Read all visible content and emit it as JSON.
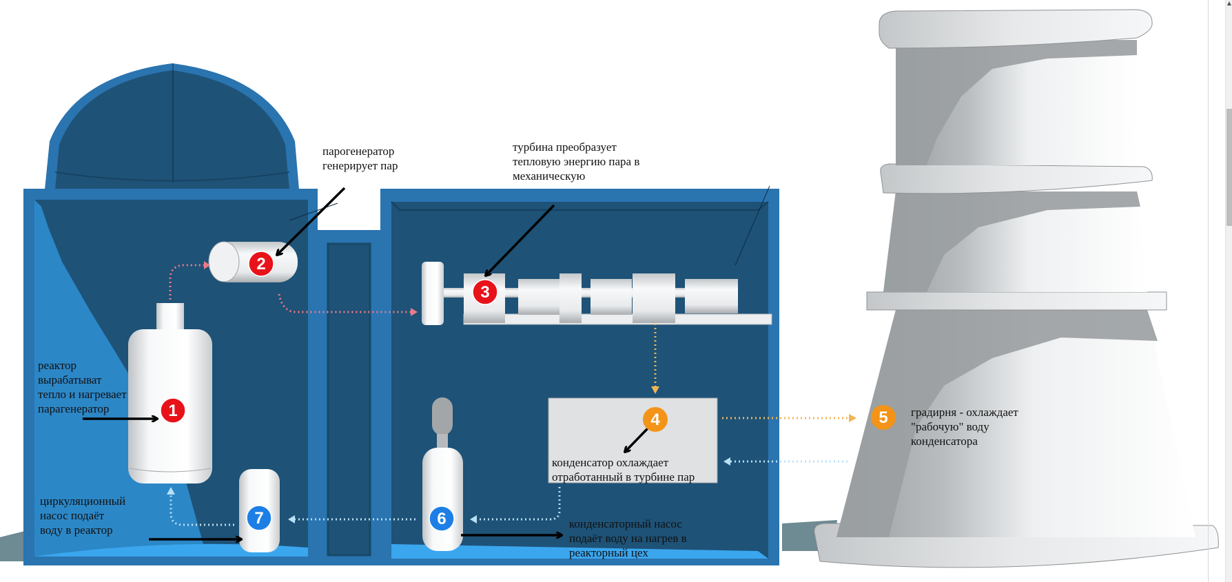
{
  "title": "Схема работы АЭС",
  "colors": {
    "building_outer": "#2a74b0",
    "building_inner": "#1e5277",
    "floor_water": "#3aa6ee",
    "component_white": "#e9ecee",
    "badge_red": "#e8121a",
    "badge_orange": "#f39419",
    "badge_blue": "#1d7fe6",
    "steam_flow": "#ef7a86",
    "hot_water_flow": "#f2b553",
    "cool_water_flow": "#b9e0f5",
    "tower_shadow": "#9a9da0",
    "tower_light": "#f5f6f7"
  },
  "components": [
    {
      "number": "1",
      "name": "reactor",
      "badge_color": "red",
      "label": "реактор\nвырабатыват\nтепло и нагревает\nпарагенератор"
    },
    {
      "number": "2",
      "name": "steam-generator",
      "badge_color": "red",
      "label": "парогенератор\nгенерирует пар"
    },
    {
      "number": "3",
      "name": "turbine",
      "badge_color": "red",
      "label": "турбина преобразует\nтепловую энергию пара в\nмеханическую"
    },
    {
      "number": "4",
      "name": "condenser",
      "badge_color": "orange",
      "label": "конденсатор охлаждает\nотработанный в турбине пар"
    },
    {
      "number": "5",
      "name": "cooling-tower",
      "badge_color": "orange",
      "label": "градирня - охлаждает\n\"рабочую\" воду\nконденсатора"
    },
    {
      "number": "6",
      "name": "condensate-pump",
      "badge_color": "blue",
      "label": "конденсаторный насос\nподаёт воду на нагрев в\nреакторный цех"
    },
    {
      "number": "7",
      "name": "circulation-pump",
      "badge_color": "blue",
      "label": "циркуляционный\nнасос подаёт\nводу в реактор"
    }
  ],
  "flows": [
    {
      "from": "1",
      "to": "2",
      "type": "steam"
    },
    {
      "from": "2",
      "to": "3",
      "type": "steam"
    },
    {
      "from": "3",
      "to": "4",
      "type": "hot_water"
    },
    {
      "from": "4",
      "to": "5",
      "type": "hot_water"
    },
    {
      "from": "5",
      "to": "4",
      "type": "cool_water"
    },
    {
      "from": "4",
      "to": "6",
      "type": "cool_water"
    },
    {
      "from": "6",
      "to": "7",
      "type": "cool_water"
    },
    {
      "from": "7",
      "to": "1",
      "type": "cool_water"
    }
  ]
}
